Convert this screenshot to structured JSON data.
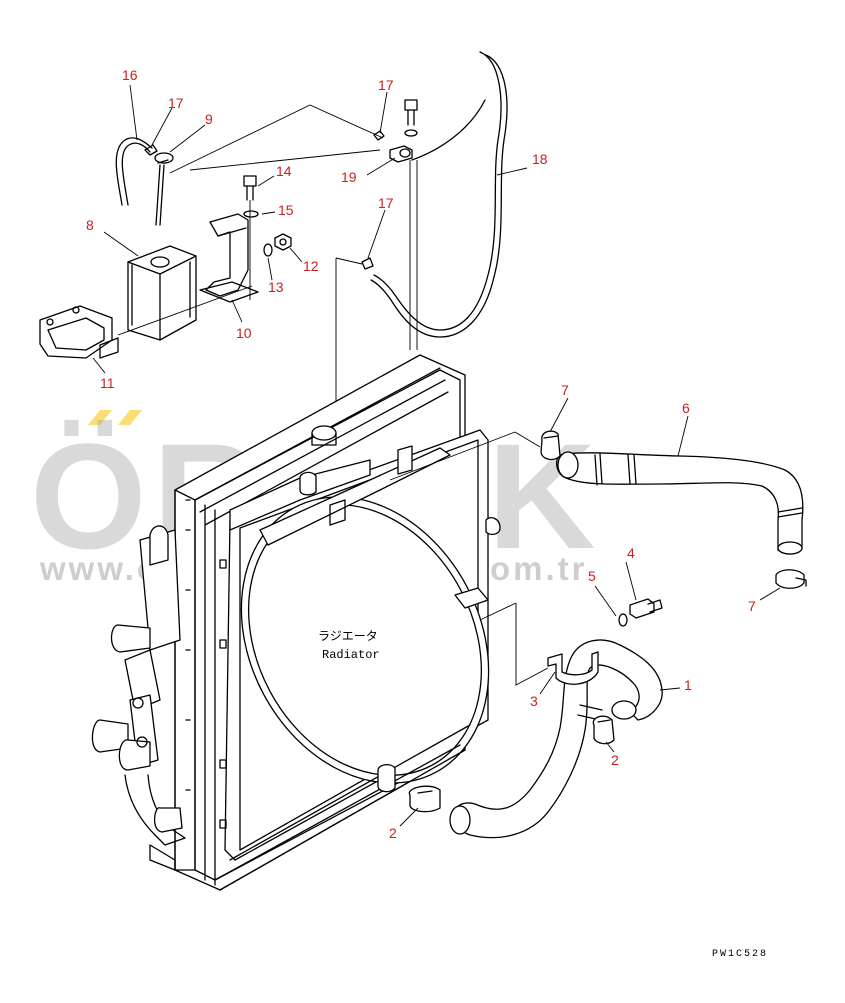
{
  "callouts": {
    "c16": "16",
    "c17a": "17",
    "c9": "9",
    "c17b": "17",
    "c19": "19",
    "c18": "18",
    "c14": "14",
    "c15": "15",
    "c8": "8",
    "c17c": "17",
    "c13": "13",
    "c12": "12",
    "c10": "10",
    "c11": "11",
    "c7a": "7",
    "c6": "6",
    "c4": "4",
    "c5": "5",
    "c7b": "7",
    "c1": "1",
    "c3": "3",
    "c2a": "2",
    "c2b": "2"
  },
  "radiator_label": {
    "jp": "ラジエータ",
    "en": "Radiator"
  },
  "drawing_code": "PW1C528",
  "watermark": {
    "brand": "ÖRNEK",
    "url": "www.orneksmakinalari.com.tr",
    "accent_color": "#f2c200",
    "gray": "#a7a7a7"
  },
  "colors": {
    "callout": "#cc1f1f",
    "line": "#000000"
  }
}
